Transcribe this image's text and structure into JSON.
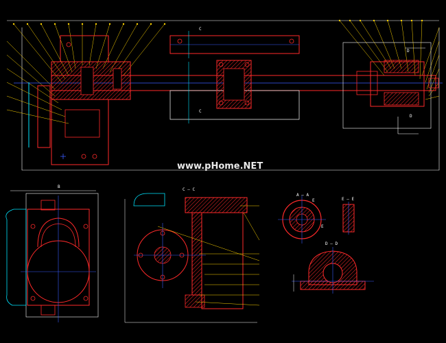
{
  "watermark": "www.pHome.NET",
  "section_labels": {
    "c_top": "C",
    "c_mid": "C",
    "d_right": "D",
    "d_right2": "D",
    "b_left": "B",
    "cc": "C — C",
    "aa": "A — A",
    "ee": "E — E",
    "dd": "D — D",
    "e1": "E",
    "e2": "E"
  },
  "colors": {
    "background": "#000000",
    "outline": "#ff2a2a",
    "leader": "#ffd400",
    "centerline": "#3a5cff",
    "dimension": "#ffffff",
    "aux": "#00e5ff"
  }
}
